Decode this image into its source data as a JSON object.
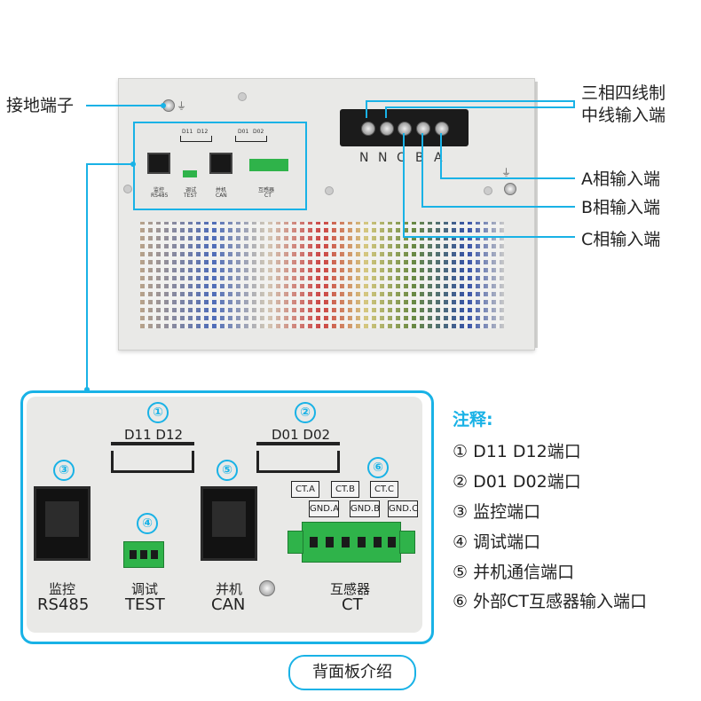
{
  "callouts": {
    "ground_terminal": "接地端子",
    "three_phase_neutral_line1": "三相四线制",
    "three_phase_neutral_line2": "中线输入端",
    "phase_a": "A相输入端",
    "phase_b": "B相输入端",
    "phase_c": "C相输入端"
  },
  "terminal_letters": [
    "N",
    "N",
    "C",
    "B",
    "A"
  ],
  "small_panel": {
    "d11": "D11",
    "d12": "D12",
    "d01": "D01",
    "d02": "D02",
    "monitor": "监控",
    "rs485": "RS485",
    "debug": "调试",
    "test": "TEST",
    "parallel": "并机",
    "can": "CAN",
    "transformer": "互感器",
    "ct": "CT"
  },
  "big_panel": {
    "n1": "①",
    "n2": "②",
    "n3": "③",
    "n4": "④",
    "n5": "⑤",
    "n6": "⑥",
    "d11_d12": "D11  D12",
    "d01_d02": "D01  D02",
    "ct_a": "CT.A",
    "ct_b": "CT.B",
    "ct_c": "CT.C",
    "gnd_a": "GND.A",
    "gnd_b": "GND.B",
    "gnd_c": "GND.C",
    "monitor": "监控",
    "rs485": "RS485",
    "debug": "调试",
    "test": "TEST",
    "parallel": "并机",
    "can": "CAN",
    "transformer": "互感器",
    "ct": "CT"
  },
  "notes": {
    "title": "注释:",
    "items": [
      "①  D11 D12端口",
      "②  D01 D02端口",
      "③  监控端口",
      "④  调试端口",
      "⑤  并机通信端口",
      "⑥  外部CT互感器输入端口"
    ]
  },
  "footer": "背面板介绍",
  "colors": {
    "accent": "#19b2e6",
    "terminal_green": "#2fb34a"
  }
}
